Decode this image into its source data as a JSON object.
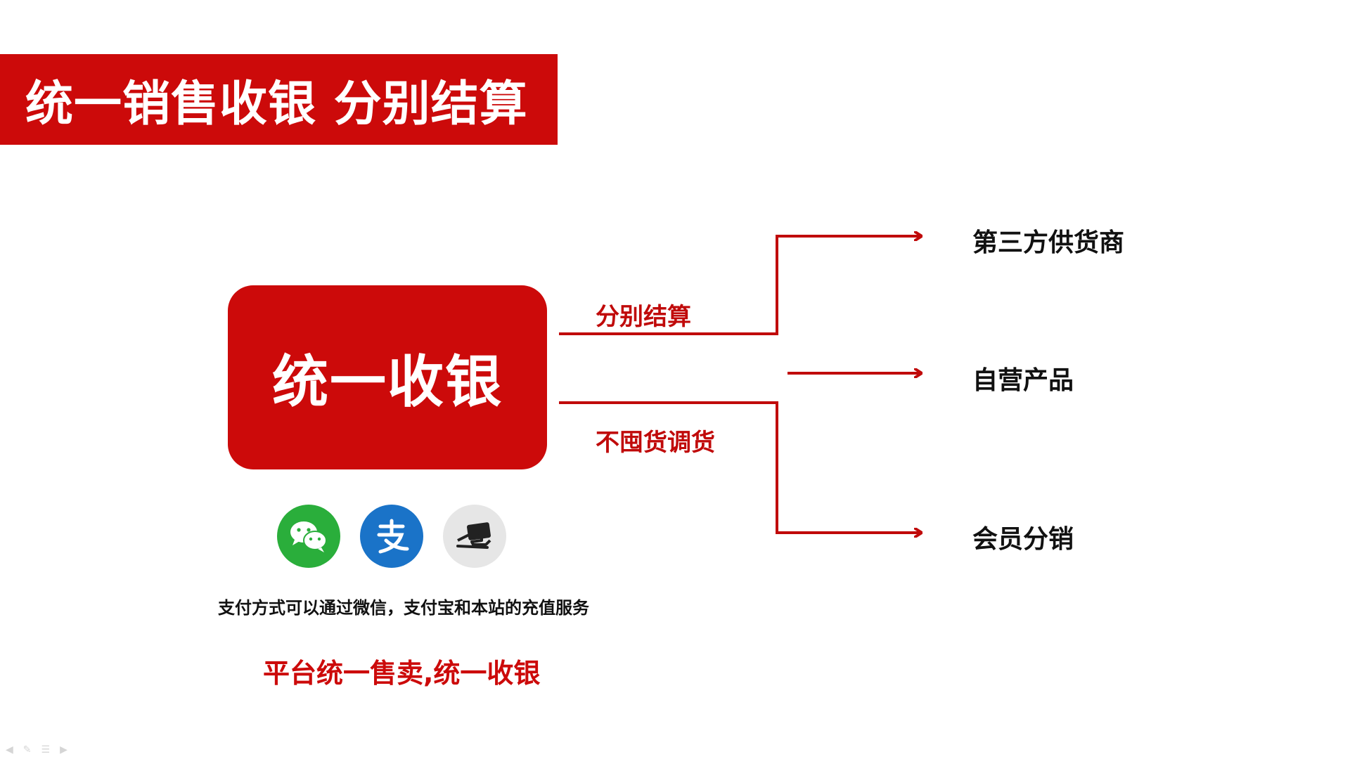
{
  "title": "统一销售收银 分别结算",
  "center_box": {
    "label": "统一收银"
  },
  "branches": {
    "upper_label": "分别结算",
    "lower_label": "不囤货调货"
  },
  "destinations": [
    {
      "label": "第三方供货商"
    },
    {
      "label": "自营产品"
    },
    {
      "label": "会员分销"
    }
  ],
  "payment": {
    "icons": [
      "wechat-pay-icon",
      "alipay-icon",
      "card-payment-icon"
    ],
    "description": "支付方式可以通过微信，支付宝和本站的充值服务"
  },
  "slogan": "平台统一售卖,统一收银",
  "colors": {
    "accent_red": "#cc0a0a",
    "wechat_green": "#2aae3b",
    "alipay_blue": "#1a73c8",
    "card_gray": "#e6e6e6"
  },
  "slideshow_tools": [
    "prev-icon",
    "pen-icon",
    "menu-icon",
    "next-icon"
  ]
}
